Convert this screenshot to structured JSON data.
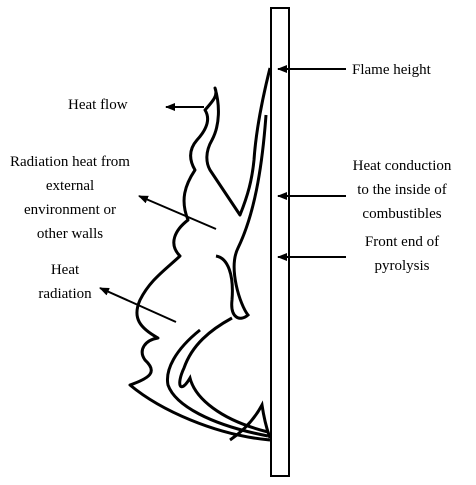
{
  "labels": {
    "flame_height": "Flame height",
    "heat_flow": "Heat flow",
    "radiation_external": [
      "Radiation heat from",
      "external",
      "environment or",
      "other walls"
    ],
    "heat_conduction": [
      "Heat conduction",
      "to the inside of",
      "combustibles"
    ],
    "pyrolysis_front": [
      "Front end of",
      "pyrolysis"
    ],
    "heat_radiation": [
      "Heat",
      "radiation"
    ]
  },
  "colors": {
    "stroke": "#000000",
    "background": "#ffffff"
  }
}
